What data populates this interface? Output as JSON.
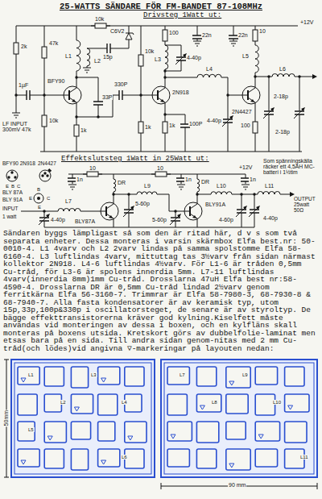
{
  "diagram": {
    "title": "25-WATTS SÄNDARE FÖR FM-BANDET 87-108MHz",
    "labels": [
      "Drivsteg 1Watt ut:",
      "10k",
      "2k",
      "47k",
      "10k",
      "1µF",
      "LF INPUT 300mV 47k",
      "BFY90",
      "L1",
      "L2",
      "C6V2",
      "15p",
      "33P",
      "1k",
      "330P",
      "10k",
      "1k",
      "2N918",
      "100",
      "L3",
      "4-40p",
      "22n",
      "22n",
      "L4",
      "1k",
      "100P",
      "4-40p",
      "2N4427",
      "10",
      "L5",
      "100",
      "L6",
      "2-18p",
      "2-18p",
      "+12V",
      "Effektslutsteg 1Watt in 25Watt ut:",
      "BFY90 2N918",
      "E",
      "B",
      "C",
      "2N4427",
      "BLY 87A",
      "BLY 91A",
      "B",
      "C",
      "E",
      "E",
      "INPUT",
      "1 watt",
      "4-40p",
      "L7",
      "BLY87A",
      "10",
      "1n",
      "DR",
      "L9",
      "5-60p",
      "10",
      "1n",
      "DR",
      "5-60p",
      "BLY91A",
      "L10",
      "4-60p",
      "1n",
      "+12V",
      "4-40p",
      "L11",
      "OUTPUT 25watt 50Ω",
      "Som spänningskälla räcker ett 4,5AH MC-batteri i 1½tim",
      "Sändaren byggs lämpligast så som den är ritad här, d v s som två separata enheter. Dessa monteras i varsin skärmbox Elfa best.nr: 50-0010-4. L1 4varv och L2 2varv lindas på samma spolstomme Elfa 58-6160-4. L3 luftlindas 4varv, mittuttag tas 3½varv från sidan närmast kollektor 2N918. L4-6 luftlindas 4½varv. För L1-6 är tråden 0,5mm Cu-tråd, för L3-6 är spolens innerdia 5mm. L7-11 luftlindas 4varv(innerdia 8mm)1mm Cu-tråd. Drosslarna 47uH Elfa best nr:58-4590-4. Drosslarna DR är 0,5mm Cu-tråd lindad 2½varv genom ferritkärna Elfa 56-3160-7. Trimmrar är Elfa 58-7980-3, 68-7930-8 & 68-7940-7. Alla fasta kondensatorer är av keramisk typ, utom 15p,33p,100p&330p i oscillatorsteget, de senare är av styroltyp. De bägge effekttransistorerna kräver god kylning.Kiselfett måste användas vid monteringen av dessa i boxen, och en kylfläns skall monteras på boxens utsida. Kretskort görs av dubbelfolie-laminat men etsas bara på en sida. Till andra sidan genom-nitas med 2 mm Cu-tråd(och lödes)vid angivna ▽-markeringar på layouten nedan:",
      "50mm",
      "90 mm",
      "L1",
      "L2",
      "L3",
      "L4",
      "L5",
      "L6",
      "L7",
      "L8",
      "L9",
      "L10",
      "L11"
    ]
  }
}
